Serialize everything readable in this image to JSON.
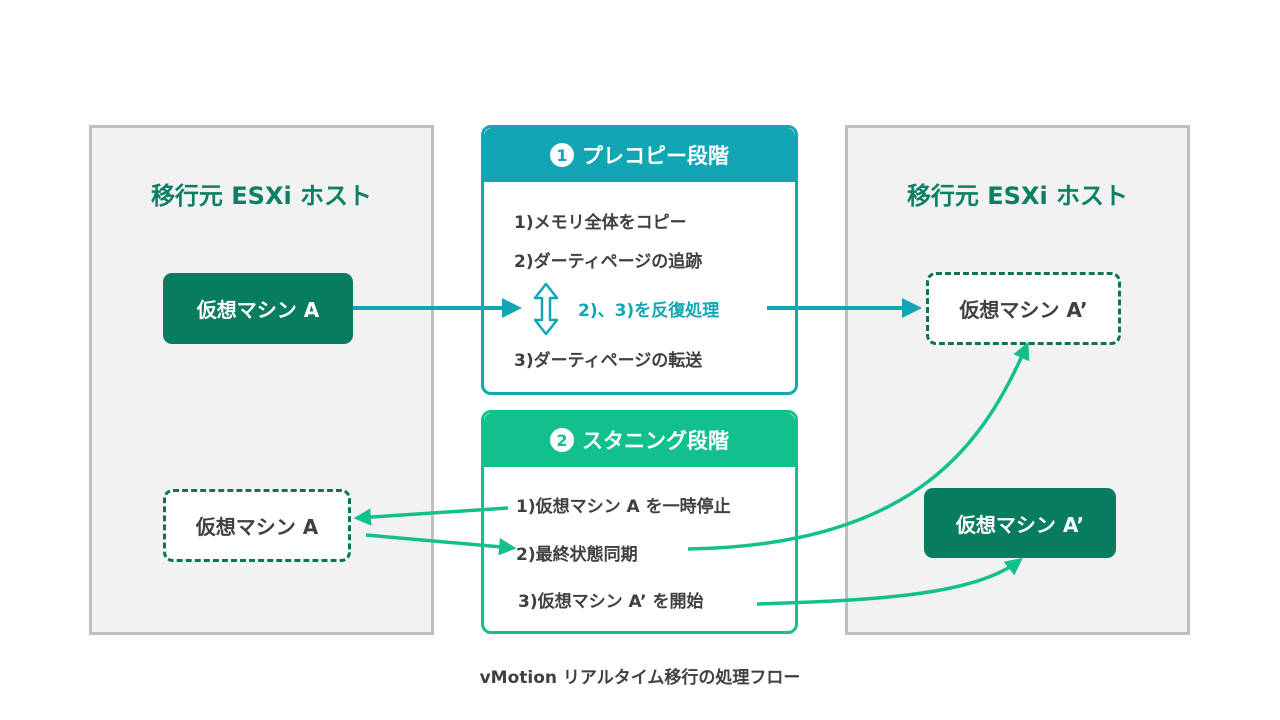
{
  "colors": {
    "host_bg": "#f2f2f2",
    "host_border": "#bfbfbf",
    "host_title": "#0a7f63",
    "vm_fill": "#077c5f",
    "vm_dashed_border": "#0a7454",
    "precopy_accent": "#12a6b5",
    "stunning_accent": "#12c08e"
  },
  "source_host": {
    "title": "移行元 ESXi ホスト",
    "vm_running": "仮想マシン A",
    "vm_stopped": "仮想マシン A"
  },
  "target_host": {
    "title": "移行元 ESXi ホスト",
    "vm_placeholder": "仮想マシン A’",
    "vm_running": "仮想マシン A’"
  },
  "precopy": {
    "number": "1",
    "title": "プレコピー段階",
    "steps": [
      "1)メモリ全体をコピー",
      "2)ダーティページの追跡",
      "3)ダーティページの転送"
    ],
    "loop_label": "2)、3)を反復処理"
  },
  "stunning": {
    "number": "2",
    "title": "スタニング段階",
    "steps": [
      "1)仮想マシン A を一時停止",
      "2)最終状態同期",
      "3)仮想マシン A’ を開始"
    ]
  },
  "caption": "vMotion リアルタイム移行の処理フロー"
}
